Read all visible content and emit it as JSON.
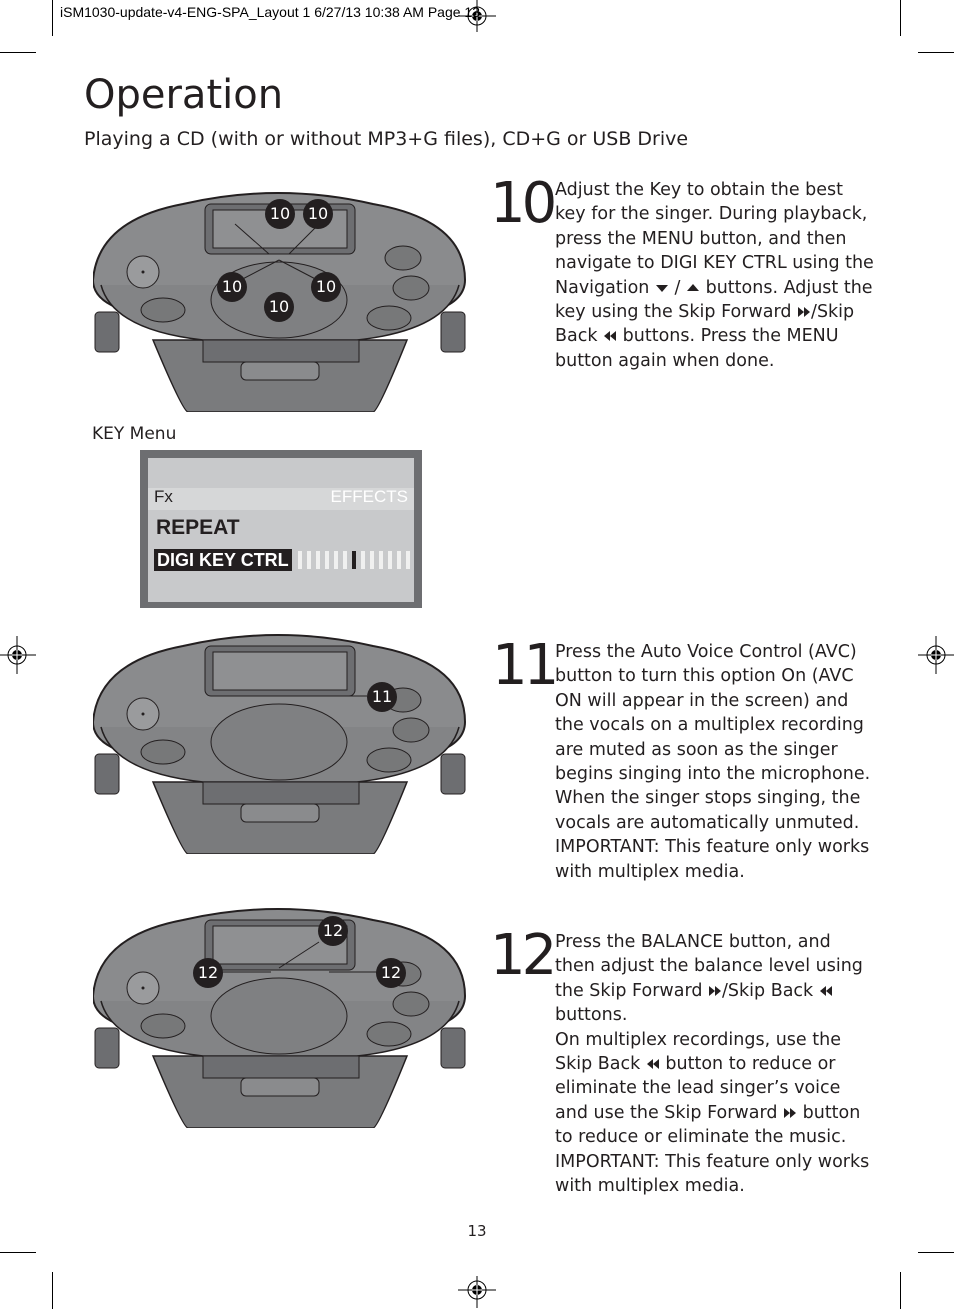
{
  "header": {
    "slug": "iSM1030-update-v4-ENG-SPA_Layout 1  6/27/13  10:38 AM  Page 13"
  },
  "page": {
    "title": "Operation",
    "subtitle": "Playing a CD (with or without MP3+G files), CD+G or USB Drive",
    "page_number": "13"
  },
  "steps": [
    {
      "number": "10",
      "callouts": [
        "10",
        "10",
        "10",
        "10",
        "10"
      ],
      "text_a": "Adjust the Key to obtain the best key for the singer. During playback, press the MENU button, and then navigate to DIGI KEY CTRL using the Navigation",
      "text_b": "/",
      "text_c": "buttons. Adjust the key using the Skip Forward",
      "text_d": "/Skip Back",
      "text_e": "buttons. Press the MENU button again when done."
    },
    {
      "number": "11",
      "callouts": [
        "11"
      ],
      "text": "Press the Auto Voice Control (AVC) button to turn this option On (AVC ON will appear in the screen) and the vocals on a multiplex recording are muted as soon as the singer begins singing into the microphone. When the singer stops singing, the vocals are automatically unmuted.",
      "important_label": "IMPORTANT:",
      "important_text": "This feature only works with multiplex media."
    },
    {
      "number": "12",
      "callouts": [
        "12",
        "12",
        "12"
      ],
      "text_a": "Press the BALANCE button, and then adjust the balance level using the Skip Forward",
      "text_b": "/Skip Back",
      "text_c": "buttons.",
      "text_d": "On multiplex recordings, use the Skip Back",
      "text_e": "button to reduce or eliminate the lead singer’s voice and use the Skip Forward",
      "text_f": "button to reduce or eliminate the music.",
      "important_label": "IMPORTANT:",
      "important_text": "This feature only works with multiplex media."
    }
  ],
  "key_menu": {
    "label": "KEY Menu",
    "fx": "Fx",
    "effects": "EFFECTS",
    "repeat": "REPEAT",
    "digi": "DIGI KEY CTRL"
  },
  "icons": [
    "nav-down-icon",
    "nav-up-icon",
    "skip-forward-icon",
    "skip-back-icon",
    "registration-mark-icon"
  ]
}
